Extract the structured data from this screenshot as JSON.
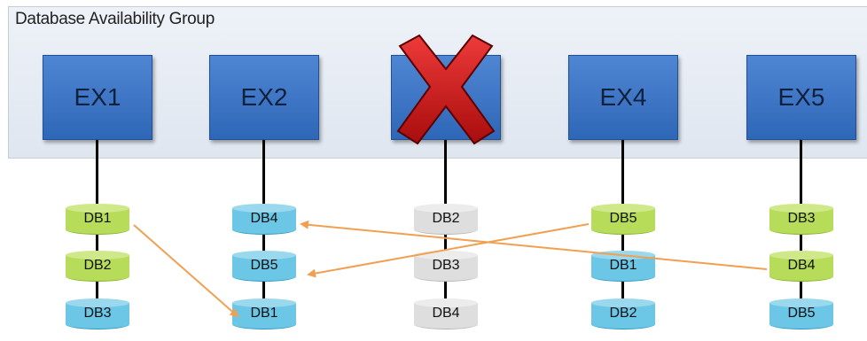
{
  "title": "Database Availability Group",
  "colors": {
    "server": "#3a74c6",
    "active_db": "#9cc93e",
    "passive_db": "#46b3d8",
    "offline_db": "#cfcfcf",
    "arrow": "#f0a050",
    "failed_mark": "#cc1111"
  },
  "servers": [
    {
      "name": "EX1",
      "failed": false,
      "dbs": [
        {
          "label": "DB1",
          "state": "active"
        },
        {
          "label": "DB2",
          "state": "active"
        },
        {
          "label": "DB3",
          "state": "passive"
        }
      ]
    },
    {
      "name": "EX2",
      "failed": false,
      "dbs": [
        {
          "label": "DB4",
          "state": "passive"
        },
        {
          "label": "DB5",
          "state": "passive"
        },
        {
          "label": "DB1",
          "state": "passive"
        }
      ]
    },
    {
      "name": "",
      "failed": true,
      "dbs": [
        {
          "label": "DB2",
          "state": "offline"
        },
        {
          "label": "DB3",
          "state": "offline"
        },
        {
          "label": "DB4",
          "state": "offline"
        }
      ]
    },
    {
      "name": "EX4",
      "failed": false,
      "dbs": [
        {
          "label": "DB5",
          "state": "active"
        },
        {
          "label": "DB1",
          "state": "passive"
        },
        {
          "label": "DB2",
          "state": "passive"
        }
      ]
    },
    {
      "name": "EX5",
      "failed": false,
      "dbs": [
        {
          "label": "DB3",
          "state": "active"
        },
        {
          "label": "DB4",
          "state": "active"
        },
        {
          "label": "DB5",
          "state": "passive"
        }
      ]
    }
  ],
  "failovers": [
    {
      "from": "EX1 DB1",
      "to": "EX2 DB1"
    },
    {
      "from": "EX5 DB4",
      "to": "EX2 DB4"
    },
    {
      "from": "EX4 DB5",
      "to": "EX2 DB5"
    }
  ]
}
